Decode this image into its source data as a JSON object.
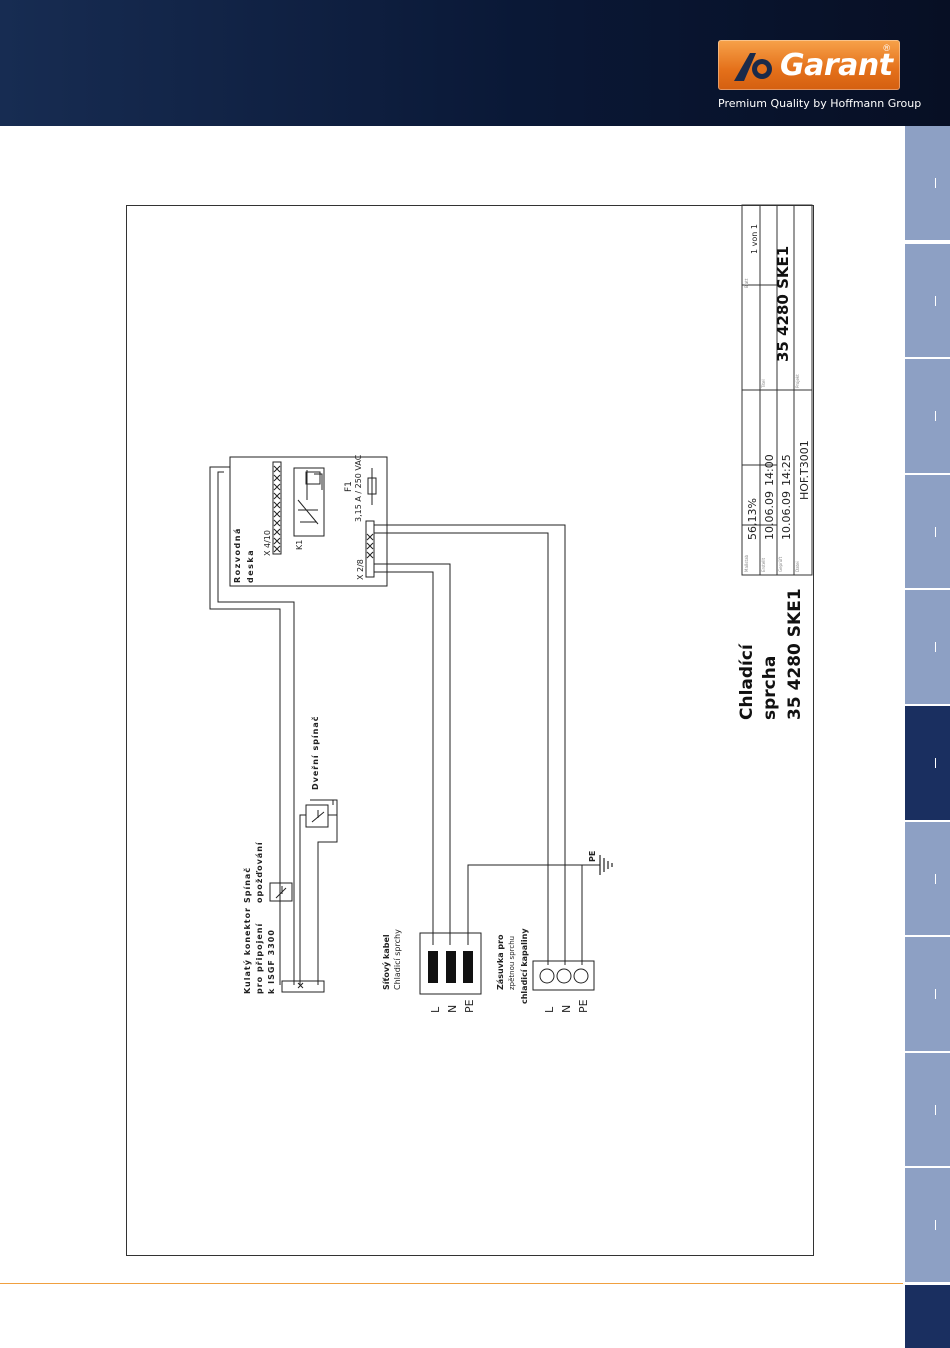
{
  "header": {
    "brand": "Garant",
    "tagline": "Premium Quality by Hoffmann Group"
  },
  "colors": {
    "header_bg": "#0a1836",
    "logo_orange": "#e4701a",
    "tab_light": "#8da0c4",
    "tab_active": "#1a2f60",
    "accent_line": "#f0a040"
  },
  "side_tabs": [
    {
      "id": "1"
    },
    {
      "id": "2"
    },
    {
      "id": "3"
    },
    {
      "id": "4"
    },
    {
      "id": "5"
    },
    {
      "id": "6",
      "active": true
    },
    {
      "id": "7"
    },
    {
      "id": "8"
    },
    {
      "id": "9"
    },
    {
      "id": "10"
    }
  ],
  "diagram": {
    "board_label_1": "Rozvodná",
    "board_label_2": "deska",
    "x410": "X 4/10",
    "k1": "K1",
    "f1": "F1",
    "f1_rating": "3,15 A / 250 VAC",
    "x28": "X 2/8",
    "door_switch": "Dveřní spínač",
    "delay_switch_1": "Spínač",
    "delay_switch_2": "opožďování",
    "round_conn_1": "Kulatý konektor",
    "round_conn_2": "pro připojení",
    "round_conn_3": "k ISGF 3300",
    "mains_cable_1": "Síťový kabel",
    "mains_cable_2": "Chladicí sprchy",
    "socket_1": "Zásuvka pro",
    "socket_2": "zpětnou sprchu",
    "socket_3": "chladicí kapaliny",
    "pe_label": "PE",
    "lnpe_plug": [
      "L",
      "N",
      "PE"
    ],
    "lnpe_socket": [
      "L",
      "N",
      "PE"
    ],
    "title_1": "Chladící",
    "title_2": "sprcha",
    "title_3": "35 4280 SKE1"
  },
  "title_block": {
    "percent": "56,13%",
    "date1": "10.06.09",
    "time1": "14:00",
    "date2": "10.06.09",
    "time2": "14:25",
    "drawing_no": "HOF.T3001",
    "sheet": "1 von 1",
    "project_code": "35 4280 SKE1",
    "small1": "Maßstab",
    "small2": "Erstellt",
    "small3": "Geprüft",
    "small4": "Datei",
    "small5": "Blatt",
    "small6": "Titel",
    "small7": "Projekt"
  }
}
